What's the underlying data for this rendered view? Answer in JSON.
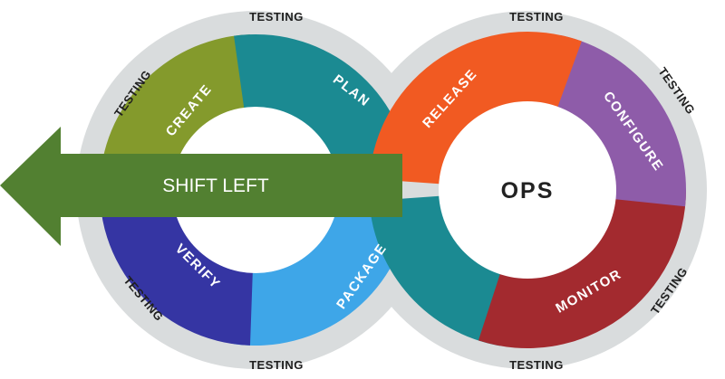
{
  "colors": {
    "outer_ring": "#d9dcdd",
    "create": "#849a2c",
    "plan": "#1b8a92",
    "package": "#3ea6e8",
    "verify": "#3535a3",
    "release": "#f15a22",
    "configure": "#8e5ca9",
    "monitor": "#a32a2f",
    "shift_arrow": "#528031"
  },
  "dev_loop": {
    "create": "CREATE",
    "plan": "PLAN",
    "package": "PACKAGE",
    "verify": "VERIFY"
  },
  "ops_loop": {
    "center": "OPS",
    "release": "RELEASE",
    "configure": "CONFIGURE",
    "monitor": "MONITOR"
  },
  "arrow": {
    "label": "SHIFT LEFT"
  },
  "testing_labels": [
    "TESTING",
    "TESTING",
    "TESTING",
    "TESTING",
    "TESTING",
    "TESTING",
    "TESTING",
    "TESTING"
  ]
}
